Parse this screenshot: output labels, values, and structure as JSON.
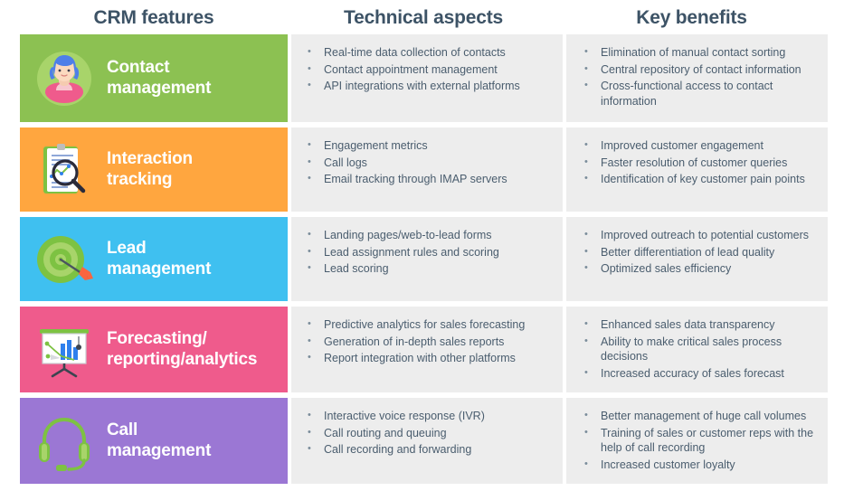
{
  "headers": [
    {
      "label": "CRM features"
    },
    {
      "label": "Technical aspects"
    },
    {
      "label": "Key benefits"
    }
  ],
  "colors": {
    "header_text": "#3d5366",
    "bullet_text": "#4a5d6e",
    "bullet_panel_bg": "#ededed",
    "row_colors": [
      "#8cc152",
      "#ffa63f",
      "#3fc0f0",
      "#ef5b8c",
      "#9b77d4"
    ]
  },
  "rows": [
    {
      "feature": "Contact\nmanagement",
      "feature_line1": "Contact",
      "feature_line2": "management",
      "color": "#8cc152",
      "icon": "woman-avatar-icon",
      "technical": [
        "Real-time data collection of contacts",
        "Contact appointment management",
        "API integrations with external platforms"
      ],
      "benefits": [
        "Elimination of manual contact sorting",
        "Central repository of contact information",
        "Cross-functional access to contact information"
      ]
    },
    {
      "feature": "Interaction\ntracking",
      "feature_line1": "Interaction",
      "feature_line2": "tracking",
      "color": "#ffa63f",
      "icon": "clipboard-magnifier-icon",
      "technical": [
        "Engagement metrics",
        "Call logs",
        "Email tracking through IMAP servers"
      ],
      "benefits": [
        "Improved customer engagement",
        "Faster resolution of customer queries",
        "Identification of key customer pain points"
      ]
    },
    {
      "feature": "Lead\nmanagement",
      "feature_line1": "Lead",
      "feature_line2": "management",
      "color": "#3fc0f0",
      "icon": "target-arrow-icon",
      "technical": [
        "Landing pages/web-to-lead forms",
        "Lead assignment rules and scoring",
        "Lead scoring"
      ],
      "benefits": [
        "Improved outreach to potential customers",
        "Better differentiation of lead quality",
        "Optimized sales efficiency"
      ]
    },
    {
      "feature": "Forecasting/\nreporting/analytics",
      "feature_line1": "Forecasting/",
      "feature_line2": "reporting/analytics",
      "color": "#ef5b8c",
      "icon": "presentation-chart-icon",
      "technical": [
        "Predictive analytics for sales forecasting",
        "Generation of in-depth sales reports",
        "Report integration with other platforms"
      ],
      "benefits": [
        "Enhanced sales data transparency",
        "Ability to make critical sales process decisions",
        "Increased accuracy of sales forecast"
      ]
    },
    {
      "feature": "Call\nmanagement",
      "feature_line1": "Call",
      "feature_line2": "management",
      "color": "#9b77d4",
      "icon": "headset-icon",
      "technical": [
        "Interactive voice response (IVR)",
        "Call routing and queuing",
        "Call recording and forwarding"
      ],
      "benefits": [
        "Better management of huge call volumes",
        "Training of sales or customer reps with the help of call recording",
        "Increased customer loyalty"
      ]
    }
  ]
}
